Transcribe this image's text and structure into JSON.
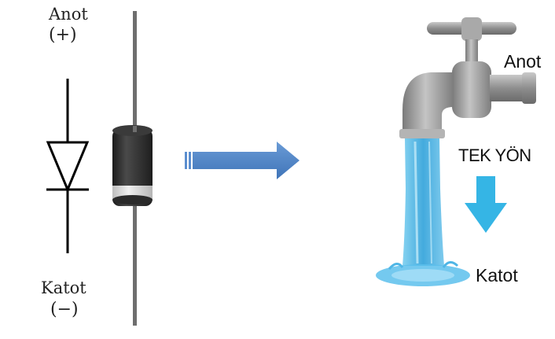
{
  "diode_symbol": {
    "anode_label": "Anot",
    "anode_sign": "(+)",
    "cathode_label": "Katot",
    "cathode_sign": "(−)"
  },
  "faucet": {
    "anode_label": "Anot",
    "direction_label": "TEK YÖN",
    "cathode_label": "Katot"
  },
  "colors": {
    "arrow_blue": "#4f86c8",
    "water_blue": "#3fa9dc",
    "down_arrow": "#35b5e5",
    "diode_body": "#2b2b2b",
    "diode_band": "#d9d9d9",
    "lead_gray": "#6e6e6e",
    "metal_gray": "#9a9a9a"
  },
  "icons": [
    "diode-symbol-icon",
    "diode-component-icon",
    "right-arrow-icon",
    "faucet-icon",
    "water-stream-icon",
    "down-arrow-icon"
  ]
}
